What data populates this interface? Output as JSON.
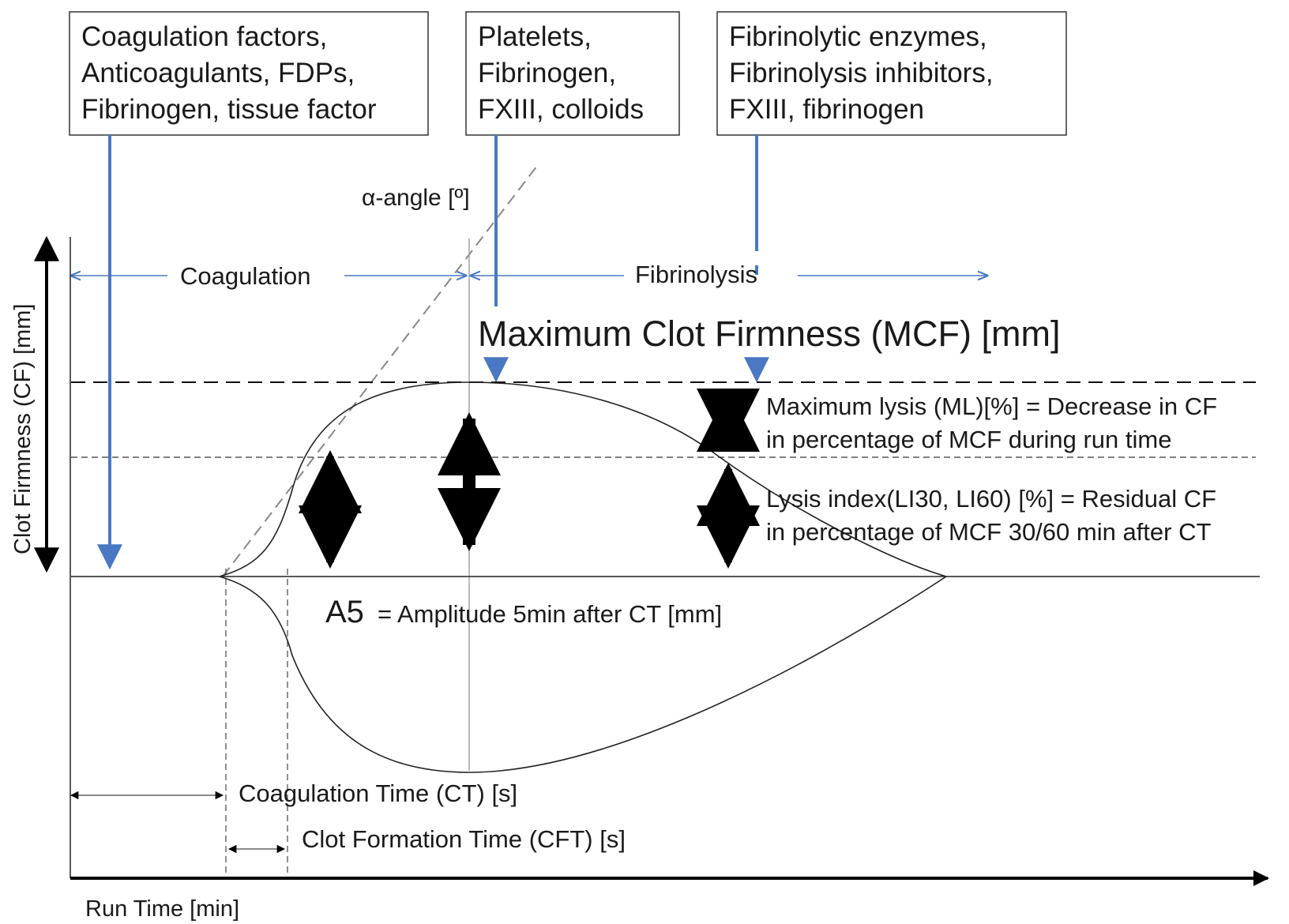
{
  "boxes": {
    "coag": [
      "Coagulation factors,",
      "Anticoagulants, FDPs,",
      "Fibrinogen, tissue factor"
    ],
    "platelets": [
      "Platelets,",
      "Fibrinogen,",
      "FXIII, colloids"
    ],
    "fibrino": [
      "Fibrinolytic enzymes,",
      "Fibrinolysis inhibitors,",
      "FXIII, fibrinogen"
    ]
  },
  "labels": {
    "alpha_angle": "α-angle [º]",
    "coagulation": "Coagulation",
    "fibrinolysis": "Fibrinolysis",
    "mcf": "Maximum Clot Firmness (MCF) [mm]",
    "ml_line1": "Maximum lysis (ML)[%] = Decrease in CF",
    "ml_line2": "in percentage of MCF during run time",
    "li_line1": "Lysis index(LI30, LI60) [%] = Residual CF",
    "li_line2": "in percentage of MCF 30/60 min after CT",
    "a5_big": "A5",
    "a5_rest": "= Amplitude 5min after CT [mm]",
    "ct": "Coagulation Time (CT) [s]",
    "cft": "Clot Formation Time (CFT) [s]",
    "y_axis": "Clot Firmness (CF) [mm]",
    "x_axis": "Run Time [min]"
  },
  "colors": {
    "blue": "#4a78c2",
    "ink": "#1a1a1a"
  }
}
